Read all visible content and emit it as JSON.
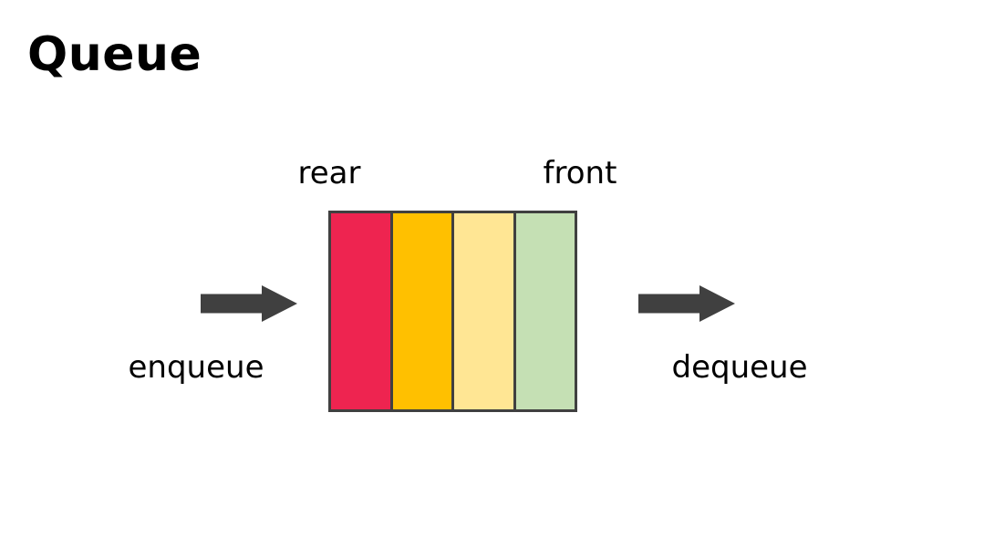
{
  "title": "Queue",
  "diagram": {
    "type": "queue-data-structure",
    "pointers": [
      {
        "id": "rear",
        "label": "rear"
      },
      {
        "id": "front",
        "label": "front"
      }
    ],
    "cells": [
      {
        "index": 0,
        "color": "#EE2450"
      },
      {
        "index": 1,
        "color": "#FFC000"
      },
      {
        "index": 2,
        "color": "#FFE694"
      },
      {
        "index": 3,
        "color": "#C5E0B4"
      }
    ],
    "border_color": "#404040",
    "operations": [
      {
        "id": "enqueue",
        "label": "enqueue",
        "arrow_icon": "right-arrow-icon",
        "arrow_color": "#404040"
      },
      {
        "id": "dequeue",
        "label": "dequeue",
        "arrow_icon": "right-arrow-icon",
        "arrow_color": "#404040"
      }
    ]
  }
}
